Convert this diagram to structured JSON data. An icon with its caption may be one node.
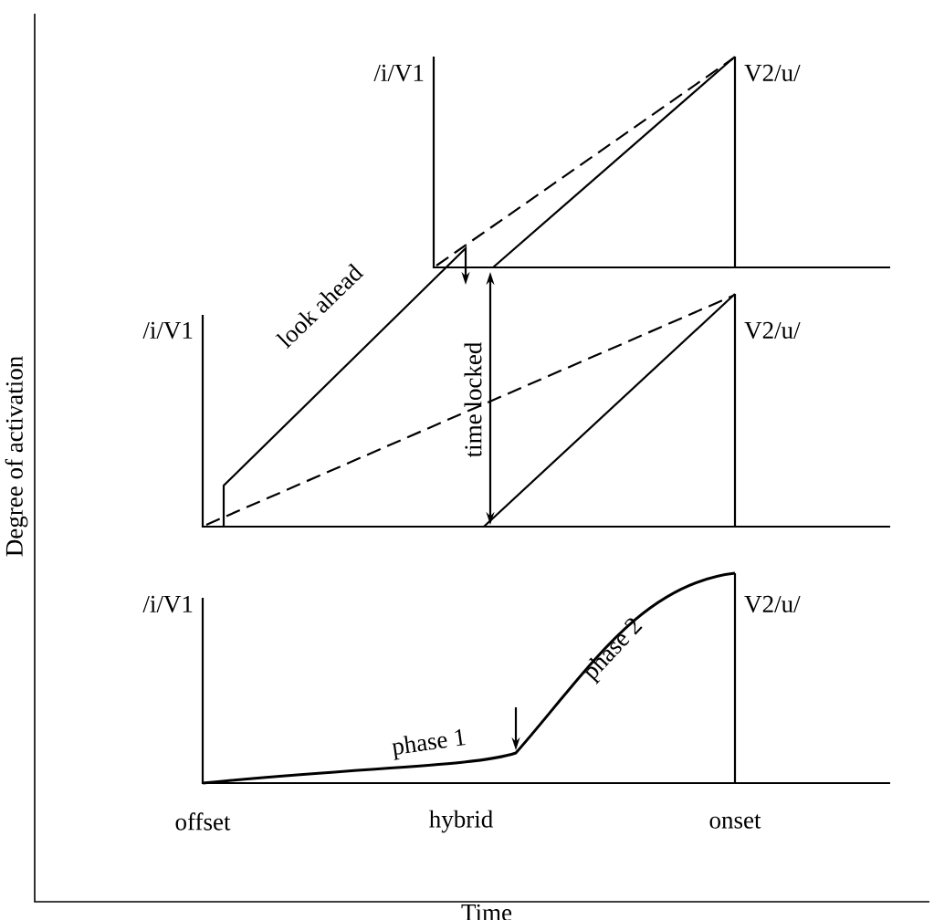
{
  "diagram": {
    "labels": [
      "/i/V1",
      "V2/u/",
      "look ahead",
      "/i/V1",
      "V2/u/",
      "time locked",
      "/i/V1",
      "V2/u/",
      "phase 2",
      "phase 1",
      "offset",
      "hybrid",
      "onset",
      "Degree of activation",
      "Time"
    ]
  }
}
